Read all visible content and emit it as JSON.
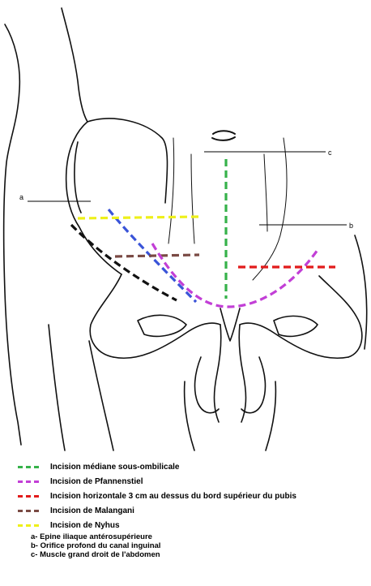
{
  "diagram": {
    "labels": {
      "a": "a",
      "b": "b",
      "c": "c"
    }
  },
  "legend": [
    {
      "label": "Incision médiane sous-ombilicale",
      "color": "#36b24a"
    },
    {
      "label": "Incision de Pfannenstiel",
      "color": "#c23fd6"
    },
    {
      "label": "Incision horizontale 3 cm au dessus du bord supérieur du pubis",
      "color": "#e21b1b"
    },
    {
      "label": "Incision de Malangani",
      "color": "#7a4a44"
    },
    {
      "label": "Incision de Nyhus",
      "color": "#eef01a"
    }
  ],
  "extra_incision_colors": {
    "blue": "#3a54d8",
    "black": "#111111"
  },
  "keys": [
    "a- Epine iliaque antérosupérieure",
    "b- Orifice profond du canal inguinal",
    "c- Muscle grand droit de l'abdomen"
  ]
}
